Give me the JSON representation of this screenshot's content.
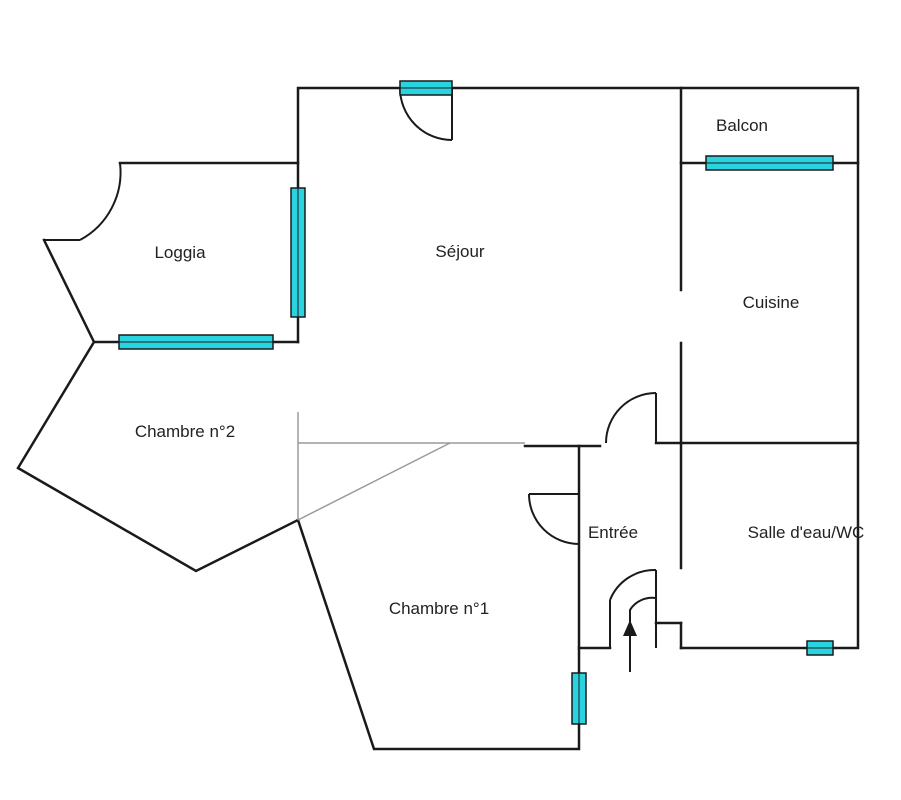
{
  "rooms": {
    "balcon": "Balcon",
    "loggia": "Loggia",
    "sejour": "Séjour",
    "cuisine": "Cuisine",
    "chambre2": "Chambre n°2",
    "entree": "Entrée",
    "salle_eau": "Salle d'eau/WC",
    "chambre1": "Chambre n°1"
  },
  "colors": {
    "window": "#29d3e0",
    "wall": "#1a1a1a",
    "partition": "#9a9a9a",
    "background": "#ffffff"
  },
  "icons": {
    "entrance": "arrow-up-icon"
  }
}
